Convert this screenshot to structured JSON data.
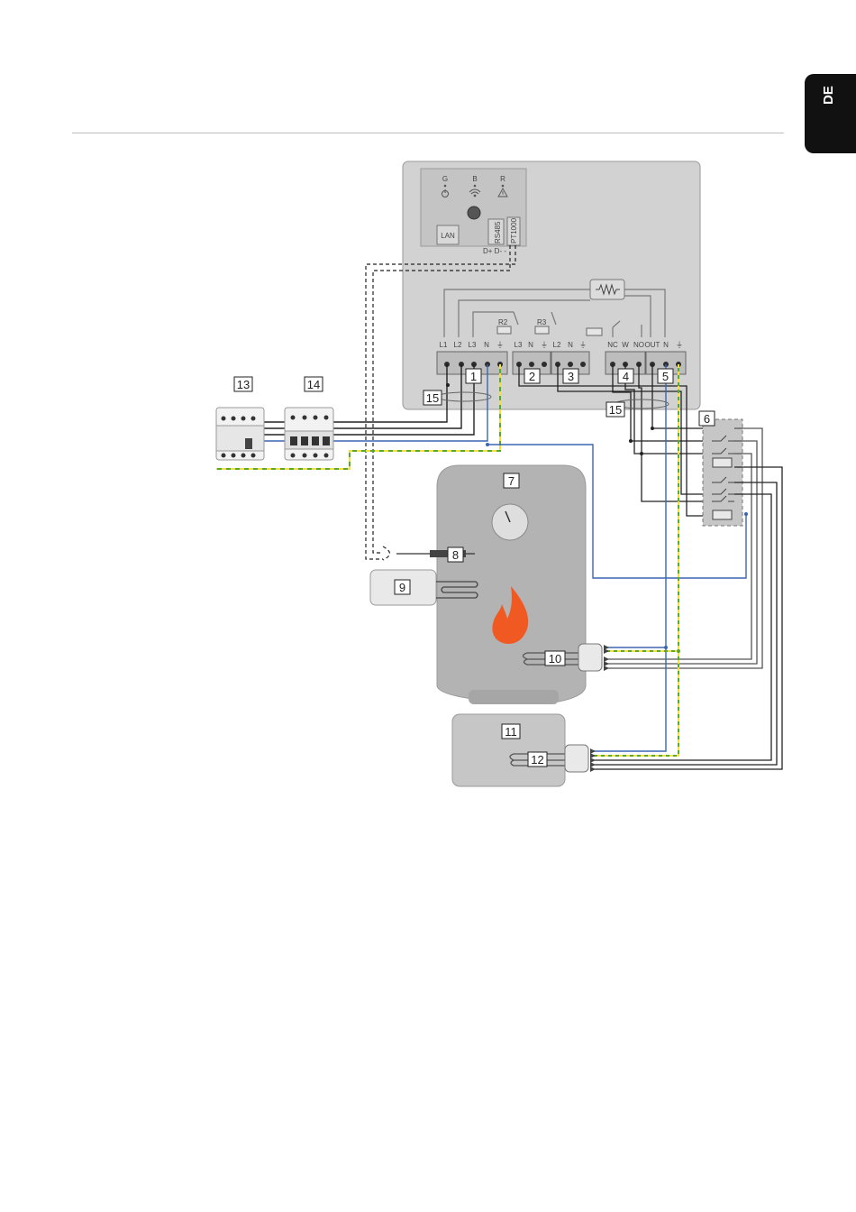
{
  "language_tab": "DE",
  "device": {
    "leds": [
      {
        "letter": "G",
        "icon": "power-icon"
      },
      {
        "letter": "B",
        "icon": "wifi-icon"
      },
      {
        "letter": "R",
        "icon": "warning-icon"
      }
    ],
    "lan_label": "LAN",
    "rs485_label": "RS485",
    "rs485_pins": "D+ D- -",
    "pt1000_label": "PT1000",
    "relay_labels": [
      "R2",
      "R3"
    ],
    "terminal_labels": {
      "block1": [
        "L1",
        "L2",
        "L3",
        "N",
        "⏚"
      ],
      "block2": [
        "L3",
        "N",
        "⏚"
      ],
      "block3": [
        "L2",
        "N",
        "⏚"
      ],
      "block4": [
        "NC",
        "W",
        "NO"
      ],
      "block5": [
        "OUT",
        "N",
        "⏚"
      ]
    }
  },
  "callouts": [
    "1",
    "2",
    "3",
    "4",
    "5",
    "6",
    "7",
    "8",
    "9",
    "10",
    "11",
    "12",
    "13",
    "14",
    "15"
  ],
  "colors": {
    "panel": "#d2d2d2",
    "tank": "#b3b3b3",
    "neutral_wire": "#3a66b0",
    "earth_green": "#5aa832",
    "earth_yellow": "#f0e040",
    "flame": "#f05a22"
  }
}
